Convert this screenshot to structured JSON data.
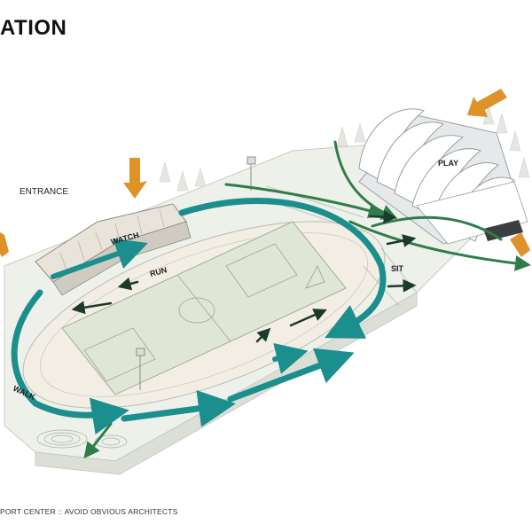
{
  "title": "ATION",
  "caption": "PORT CENTER :: AVOID OBVIOUS ARCHITECTS",
  "labels": {
    "entrance": "ENTRANCE",
    "watch": "WATCH",
    "run": "RUN",
    "play": "PLAY",
    "sit": "SIT",
    "walk": "WALK"
  },
  "colors": {
    "teal_path": "#1b8e8e",
    "green_path": "#2e7d4a",
    "orange_arrow": "#e0922a",
    "field": "#dfe6d6",
    "track": "#f2eee4",
    "ground": "#eef0ea"
  }
}
